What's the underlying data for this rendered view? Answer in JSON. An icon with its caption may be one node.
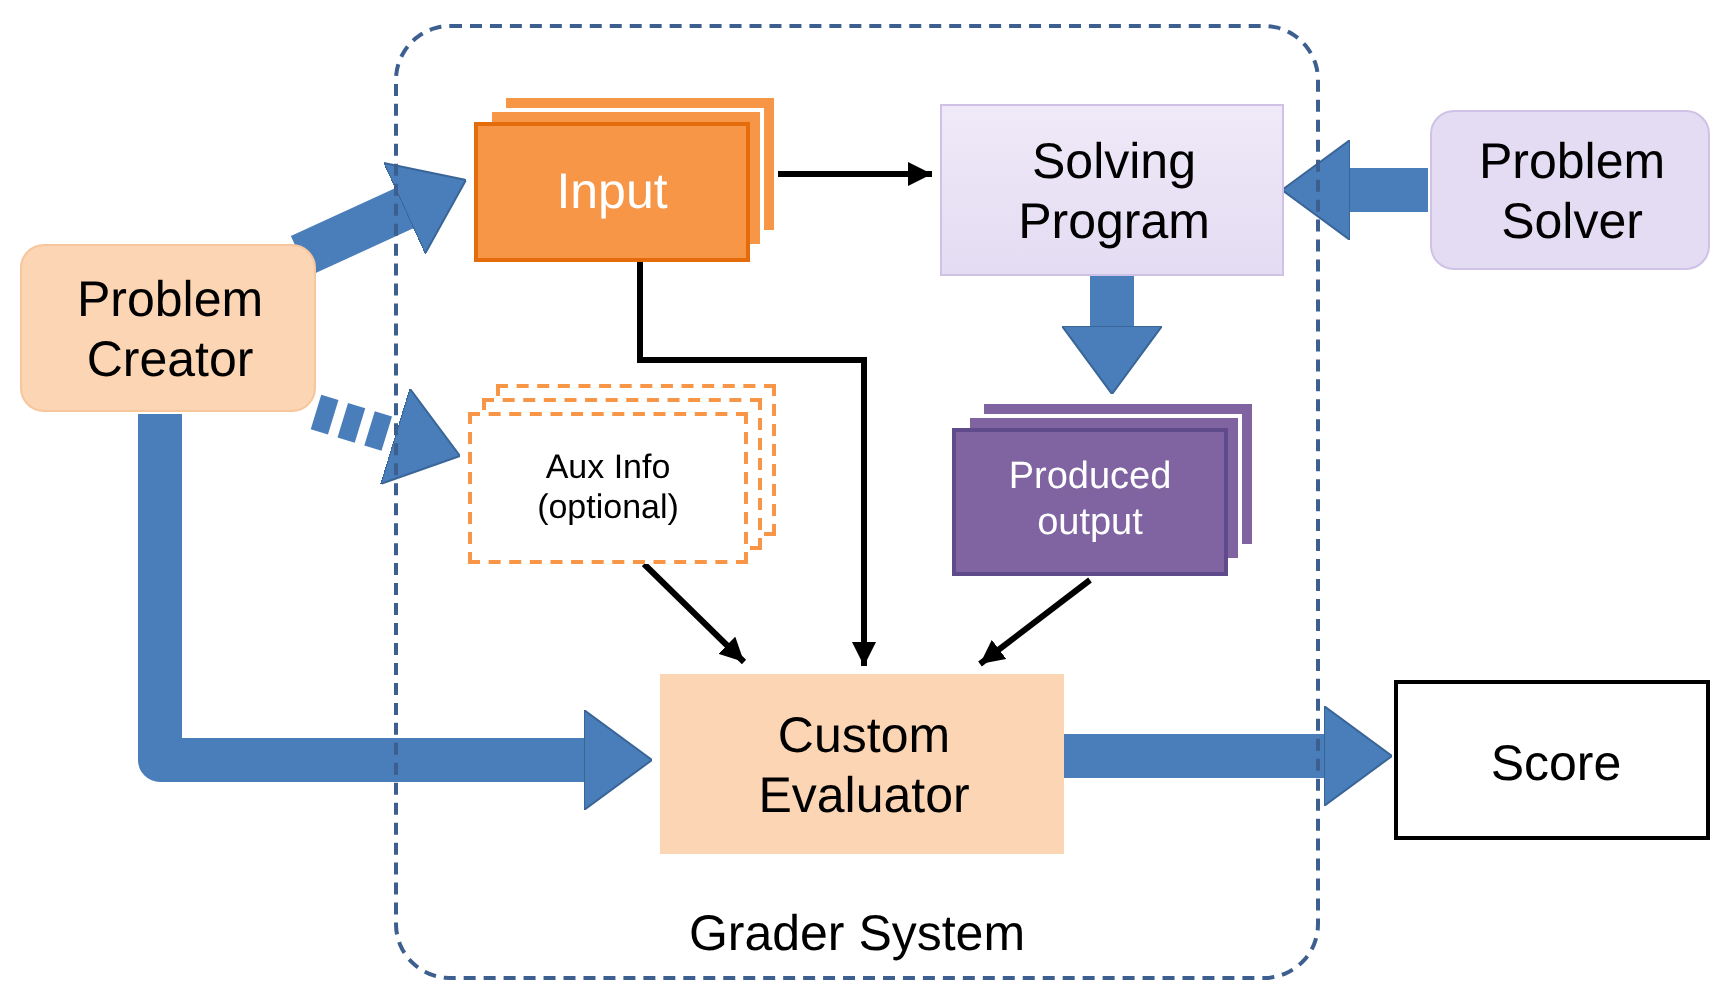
{
  "diagram": {
    "nodes": [
      {
        "text": [
          "Grader System"
        ]
      },
      {
        "text": [
          "Problem Creator"
        ]
      },
      {
        "text": [
          "Input"
        ],
        "in": 0
      },
      {
        "text": [
          "Solving Program"
        ],
        "in": 0
      },
      {
        "text": [
          "Problem Solver"
        ]
      },
      {
        "text": [
          "Aux Info (optional)"
        ],
        "in": 0
      },
      {
        "text": [
          "Produced output"
        ],
        "in": 0
      },
      {
        "text": [
          "Custom Evaluator"
        ],
        "in": 0
      },
      {
        "text": [
          "Score"
        ]
      }
    ],
    "edges": [
      {
        "from": 1,
        "to": 2,
        "arrow": "to"
      },
      {
        "from": 1,
        "to": 5,
        "arrow": "to",
        "style": "dashed"
      },
      {
        "from": 1,
        "to": 7,
        "arrow": "to"
      },
      {
        "from": 2,
        "to": 3,
        "arrow": "to",
        "color": "#000000"
      },
      {
        "from": 4,
        "to": 3,
        "arrow": "to"
      },
      {
        "from": 3,
        "to": 6,
        "arrow": "to"
      },
      {
        "from": 2,
        "to": 7,
        "arrow": "to",
        "color": "#000000"
      },
      {
        "from": 5,
        "to": 7,
        "arrow": "to",
        "color": "#000000"
      },
      {
        "from": 6,
        "to": 7,
        "arrow": "to",
        "color": "#000000"
      },
      {
        "from": 7,
        "to": 8,
        "arrow": "to"
      }
    ]
  }
}
